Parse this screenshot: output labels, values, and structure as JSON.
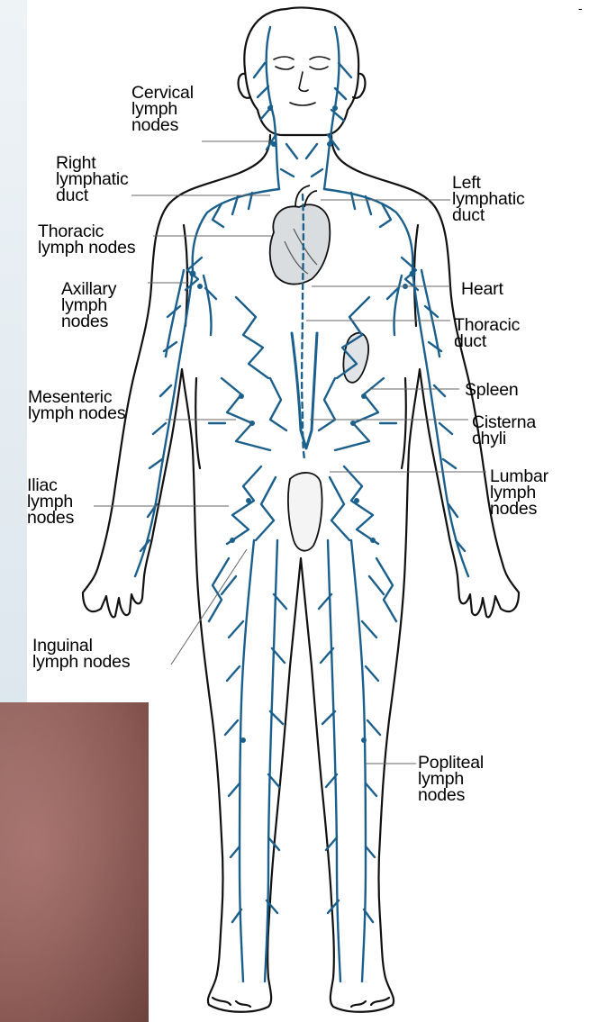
{
  "labels": {
    "cervical": "Cervical\nlymph\nnodes",
    "right_lymphatic_duct": "Right\nlymphatic\nduct",
    "thoracic_nodes": "Thoracic\nlymph nodes",
    "axillary": "Axillary\nlymph\nnodes",
    "mesenteric": "Mesenteric\nlymph nodes",
    "iliac": "Iliac\nlymph\nnodes",
    "inguinal": "Inguinal\nlymph nodes",
    "left_lymphatic_duct": "Left\nlymphatic\nduct",
    "heart": "Heart",
    "thoracic_duct": "Thoracic\nduct",
    "spleen": "Spleen",
    "cisterna_chyli": "Cisterna\nchyli",
    "lumbar": "Lumbar\nlymph\nnodes",
    "popliteal": "Popliteal\nlymph\nnodes"
  },
  "colors": {
    "lymph_vessel": "#1b5f8c",
    "outline": "#111111",
    "leader_line": "#666666"
  }
}
